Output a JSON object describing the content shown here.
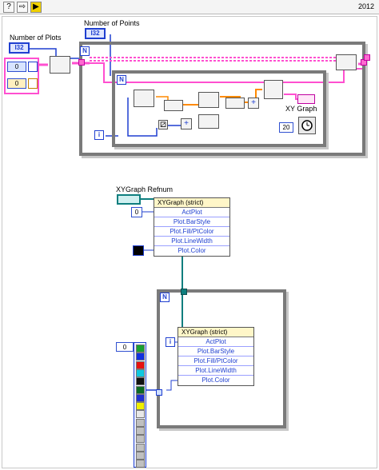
{
  "toolbar": {
    "buttons": [
      {
        "name": "help-icon",
        "glyph": "?"
      },
      {
        "name": "forward-arrow-icon",
        "glyph": "⇨"
      },
      {
        "name": "run-icon",
        "glyph": "▶"
      }
    ],
    "version": "2012"
  },
  "top": {
    "number_of_plots_label": "Number of Plots",
    "number_of_plots_type": "I32",
    "number_of_points_label": "Number of Points",
    "number_of_points_type": "I32",
    "cluster_values": [
      "0",
      "0"
    ],
    "outer_loop_n": "N",
    "inner_loop_n": "N",
    "inner_loop_i": "i",
    "dice_glyph": "⚂",
    "ops": [
      "+",
      "+"
    ],
    "xy_graph_label": "XY Graph",
    "wait_const": "20",
    "wait_icon": "clock-icon"
  },
  "middle": {
    "refnum_label": "XYGraph Refnum",
    "node_title": "XYGraph (strict)",
    "const0": "0",
    "props": [
      "ActPlot",
      "Plot.BarStyle",
      "Plot.Fill/PtColor",
      "Plot.LineWidth",
      "Plot.Color"
    ]
  },
  "bottom": {
    "loop_n": "N",
    "loop_i": "i",
    "node_title": "XYGraph (strict)",
    "props": [
      "ActPlot",
      "Plot.BarStyle",
      "Plot.Fill/PtColor",
      "Plot.LineWidth",
      "Plot.Color"
    ],
    "palette_index": "0",
    "palette_colors": [
      "#18a030",
      "#1030e0",
      "#e81010",
      "#10c8e0",
      "#111111",
      "#0a6a24",
      "#2030d0",
      "#f0f000",
      "#e8e8e8",
      "#c0c0c0",
      "#c0c0c0",
      "#c0c0c0",
      "#c0c0c0",
      "#c0c0c0",
      "#c0c0c0"
    ]
  }
}
